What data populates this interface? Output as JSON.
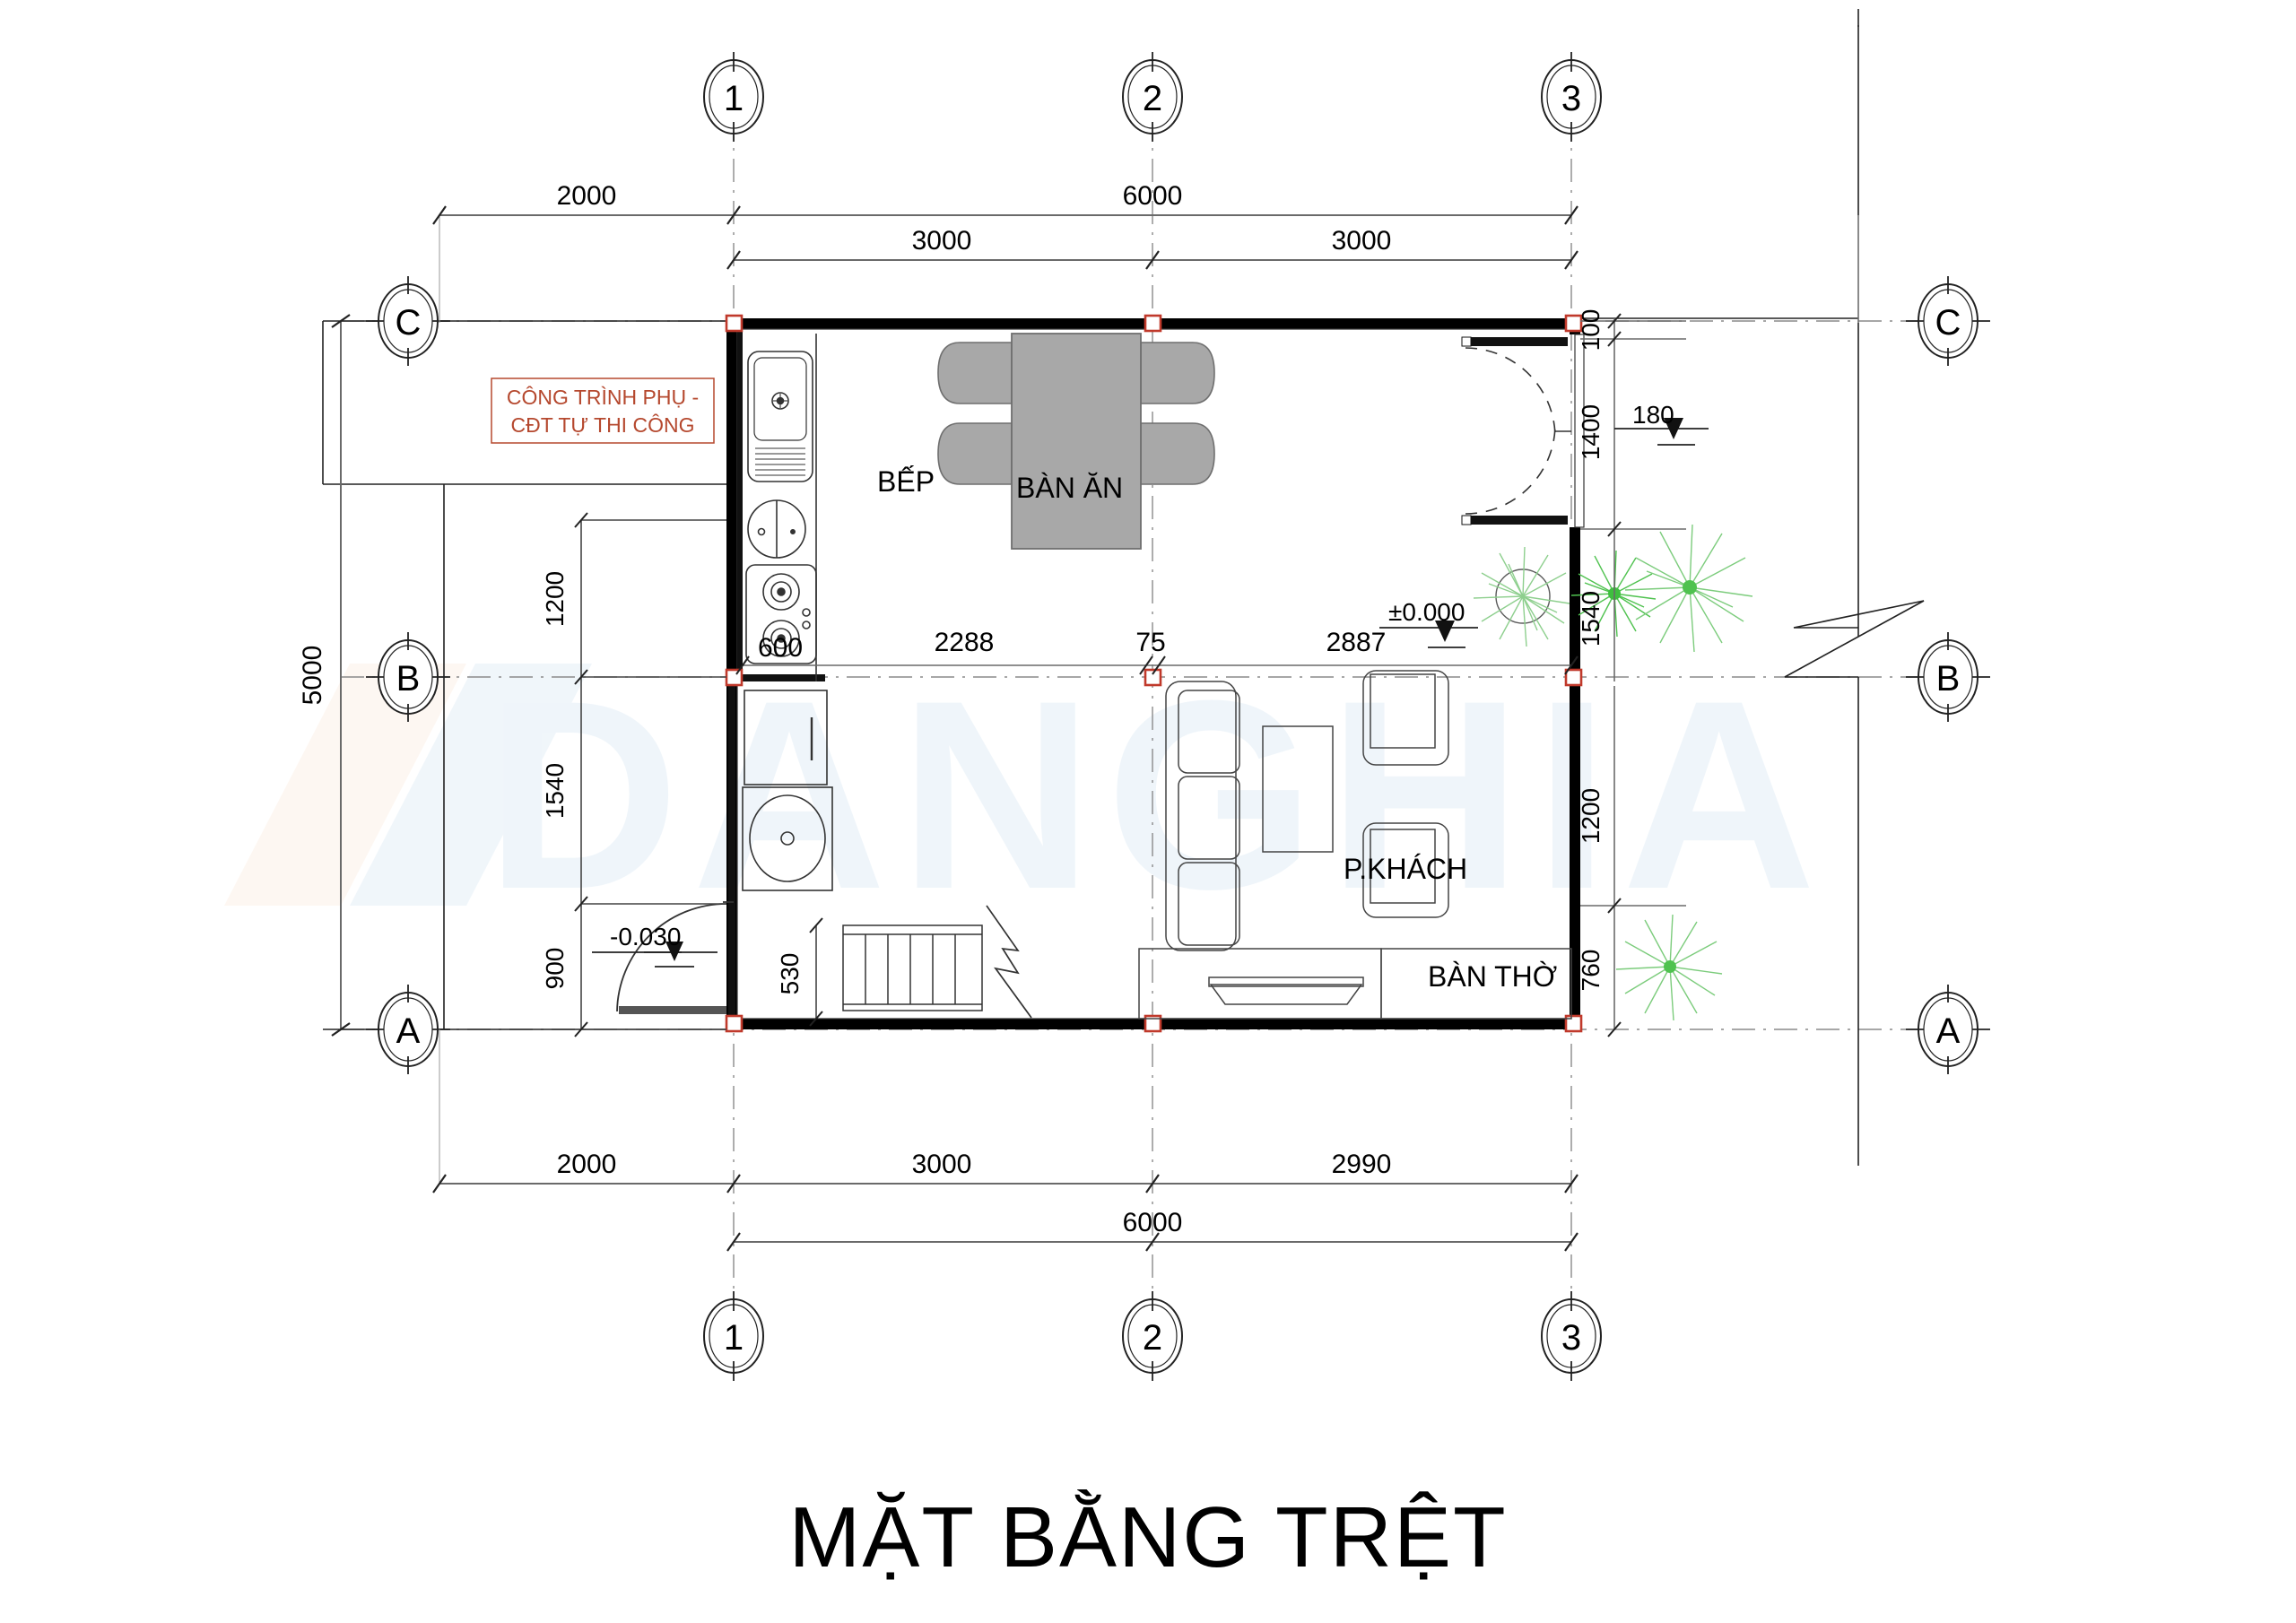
{
  "drawing": {
    "title": "MẶT BẰNG TRỆT",
    "note_box": {
      "line1": "CÔNG TRÌNH PHỤ -",
      "line2": "CĐT TỰ THI CÔNG",
      "color": "#b5482e"
    },
    "watermark": "DANGHIA"
  },
  "grids": {
    "columns": [
      "1",
      "2",
      "3"
    ],
    "rows": [
      "A",
      "B",
      "C"
    ]
  },
  "rooms": {
    "kitchen": "BẾP",
    "dining_table": "BÀN ĂN",
    "living": "P.KHÁCH",
    "altar": "BÀN THỜ"
  },
  "dimensions": {
    "top_row1": [
      "2000",
      "6000"
    ],
    "top_row2": [
      "3000",
      "3000"
    ],
    "bottom_row1": [
      "2000",
      "3000",
      "2990"
    ],
    "bottom_row2": [
      "6000"
    ],
    "left_overall": "5000",
    "interior_left": [
      "1200",
      "1540",
      "900"
    ],
    "interior_mid": [
      "600",
      "2288",
      "75",
      "2887"
    ],
    "stair": "530",
    "right_col": [
      "100",
      "1400",
      "1540",
      "1200",
      "760"
    ],
    "right_extra": "180"
  },
  "levels": {
    "wc": "-0.030",
    "living": "±0.000",
    "porch": "-0.180"
  },
  "colors": {
    "wall": "#000000",
    "column": "#c0392b",
    "furniture_fill": "#a8a8a8",
    "plant": "#5fbf5f",
    "note": "#b5482e",
    "watermark": "#dce8f2",
    "grid_line": "#999999"
  }
}
